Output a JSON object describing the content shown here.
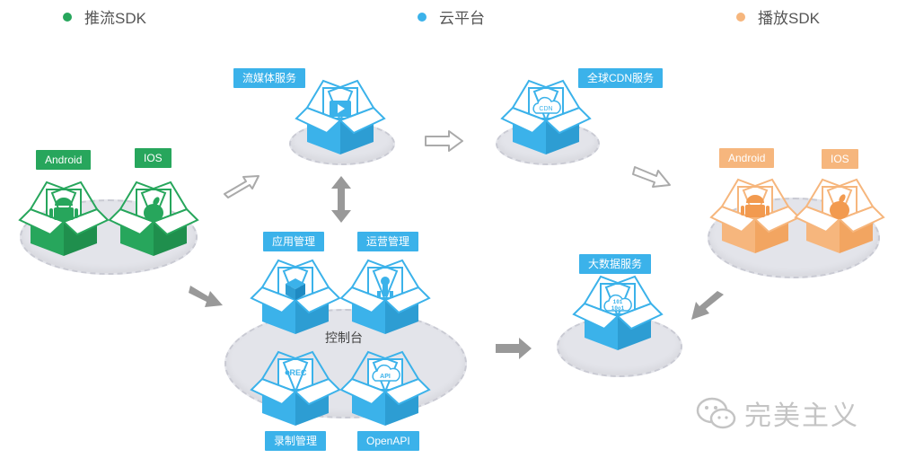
{
  "legend": {
    "push_sdk": {
      "label": "推流SDK",
      "color": "#27a65c"
    },
    "cloud": {
      "label": "云平台",
      "color": "#3bb2ea"
    },
    "play_sdk": {
      "label": "播放SDK",
      "color": "#f6b67d"
    }
  },
  "push": {
    "android_label": "Android",
    "ios_label": "IOS"
  },
  "play": {
    "android_label": "Android",
    "ios_label": "IOS"
  },
  "services": {
    "streaming": "流媒体服务",
    "cdn": "全球CDN服务",
    "bigdata": "大数据服务"
  },
  "console": {
    "center_label": "控制台",
    "app_mgmt": "应用管理",
    "ops_mgmt": "运营管理",
    "rec_mgmt": "录制管理",
    "openapi": "OpenAPI"
  },
  "icons": {
    "cdn_text": "CDN",
    "rec_text": "REC",
    "api_text": "API",
    "bigdata_row1": "101",
    "bigdata_row2": "10o1"
  },
  "watermark": {
    "text": "完美主义"
  }
}
